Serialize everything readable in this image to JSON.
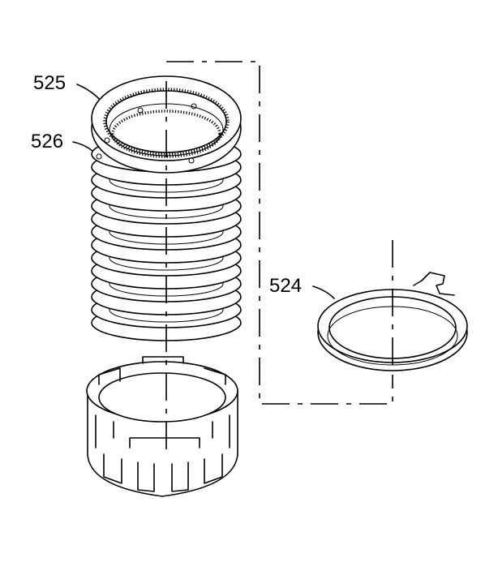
{
  "diagram": {
    "callouts": {
      "c525": "525",
      "c526": "526",
      "c524": "524"
    },
    "colors": {
      "line": "#000000",
      "background": "#ffffff"
    }
  }
}
